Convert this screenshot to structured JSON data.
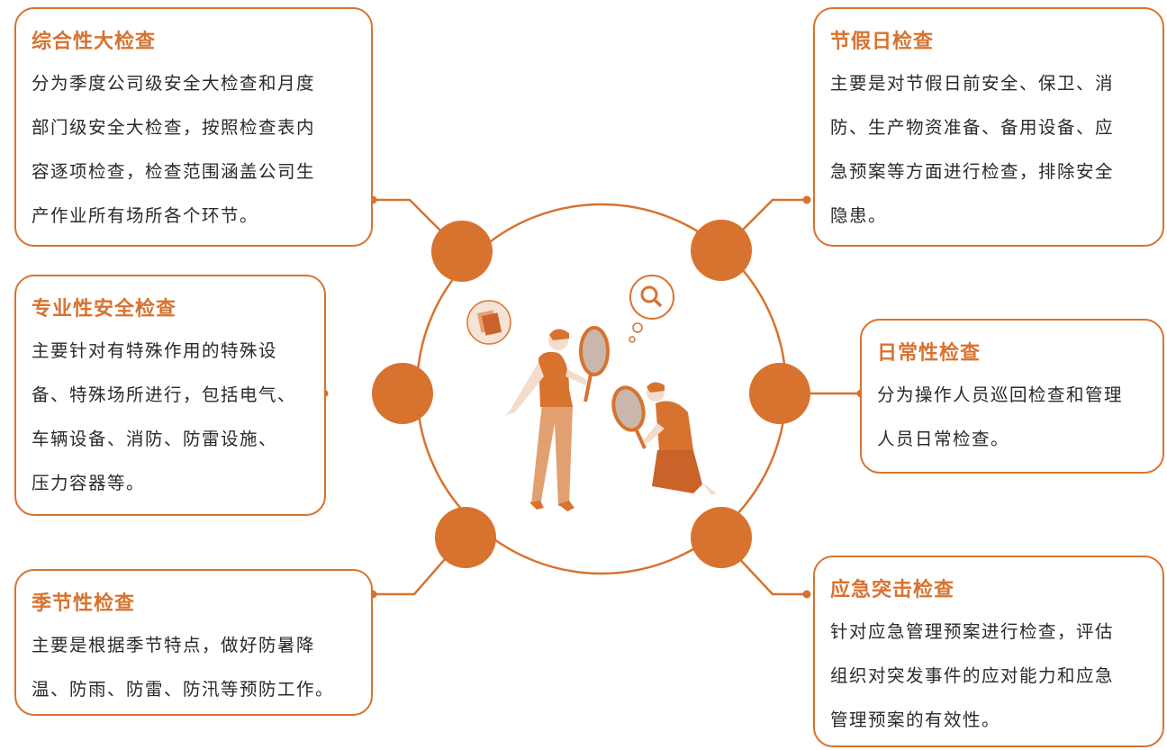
{
  "colors": {
    "accent": "#d7732f",
    "text": "#2a2a2a",
    "background": "#ffffff"
  },
  "center": {
    "icons": [
      "document-icon",
      "magnifier-bubble-icon",
      "inspector-figure-standing",
      "inspector-figure-kneeling"
    ]
  },
  "cards": {
    "comprehensive": {
      "title": "综合性大检查",
      "lines": [
        "分为季度公司级安全大检查和月度",
        "部门级安全大检查，按照检查表内",
        "容逐项检查，检查范围涵盖公司生",
        "产作业所有场所各个环节。"
      ]
    },
    "professional": {
      "title": "专业性安全检查",
      "lines": [
        "主要针对有特殊作用的特殊设",
        "备、特殊场所进行，包括电气、",
        "车辆设备、消防、防雷设施、",
        "压力容器等。"
      ]
    },
    "seasonal": {
      "title": "季节性检查",
      "lines": [
        "主要是根据季节特点，做好防暑降",
        "温、防雨、防雷、防汛等预防工作。"
      ]
    },
    "holiday": {
      "title": "节假日检查",
      "lines": [
        "主要是对节假日前安全、保卫、消",
        "防、生产物资准备、备用设备、应",
        "急预案等方面进行检查，排除安全",
        "隐患。"
      ]
    },
    "daily": {
      "title": "日常性检查",
      "lines": [
        "分为操作人员巡回检查和管理",
        "人员日常检查。"
      ]
    },
    "emergency": {
      "title": "应急突击检查",
      "lines": [
        "针对应急管理预案进行检查，评估",
        "组织对突发事件的应对能力和应急",
        "管理预案的有效性。"
      ]
    }
  }
}
